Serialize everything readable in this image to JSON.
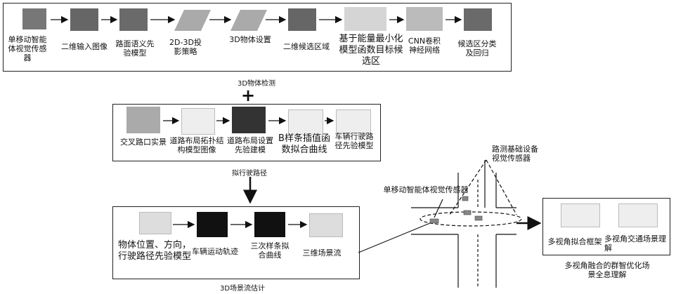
{
  "detection": {
    "caption": "3D物体检测",
    "steps": [
      "单移动智能体视觉传感器",
      "二维输入图像",
      "路面语义先验模型",
      "2D-3D投影策略",
      "3D物体设置",
      "二维候选区域",
      "基于能量最小化模型函数目标候选区",
      "CNN卷积神经网络",
      "候选区分类及回归"
    ]
  },
  "plus_sign": "+",
  "path": {
    "caption": "拟行驶路径",
    "steps": [
      "交叉路口实景",
      "道路布局拓扑结构模型图像",
      "道路布局设置先验建模",
      "B样条插值函数拟合曲线",
      "车辆行驶路径先验模型"
    ]
  },
  "flow": {
    "caption": "3D场景流估计",
    "steps": [
      "物体位置、方向，行驶路径先验模型",
      "车辆运动轨迹",
      "三次样条拟合曲线",
      "三维场景流"
    ]
  },
  "scene": {
    "road_sensor": "路测基础设备视觉传感器",
    "agent_sensor": "单移动智能体视觉传感器"
  },
  "fusion": {
    "steps": [
      "多视角拟合框架",
      "多视角交通场景理解"
    ],
    "caption": "多视角融合的群智优化场景全息理解"
  }
}
